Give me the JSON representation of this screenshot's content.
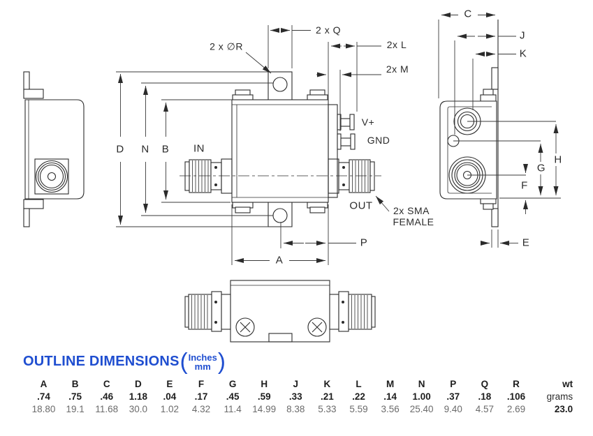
{
  "drawing": {
    "labels": {
      "d": "D",
      "n": "N",
      "b": "B",
      "in": "IN",
      "out": "OUT",
      "q": "2 x Q",
      "r": "2 x ∅R",
      "l": "2x L",
      "m": "2x M",
      "vplus": "V+",
      "gnd": "GND",
      "sma1": "2x SMA",
      "sma2": "FEMALE",
      "p": "P",
      "a": "A",
      "c": "C",
      "j": "J",
      "k": "K",
      "h": "H",
      "g": "G",
      "f": "F",
      "e": "E"
    }
  },
  "title": {
    "text": "OUTLINE DIMENSIONS",
    "units_top": "Inches",
    "units_bottom": "mm"
  },
  "table": {
    "headers": [
      "A",
      "B",
      "C",
      "D",
      "E",
      "F",
      "G",
      "H",
      "J",
      "K",
      "L",
      "M",
      "N",
      "P",
      "Q",
      "R",
      "wt"
    ],
    "inches": [
      ".74",
      ".75",
      ".46",
      "1.18",
      ".04",
      ".17",
      ".45",
      ".59",
      ".33",
      ".21",
      ".22",
      ".14",
      "1.00",
      ".37",
      ".18",
      ".106",
      "grams"
    ],
    "mm": [
      "18.80",
      "19.1",
      "11.68",
      "30.0",
      "1.02",
      "4.32",
      "11.4",
      "14.99",
      "8.38",
      "5.33",
      "5.59",
      "3.56",
      "25.40",
      "9.40",
      "4.57",
      "2.69",
      "23.0"
    ]
  },
  "colors": {
    "accent_blue": "#1f4ed0",
    "line": "#2b2b2b"
  }
}
